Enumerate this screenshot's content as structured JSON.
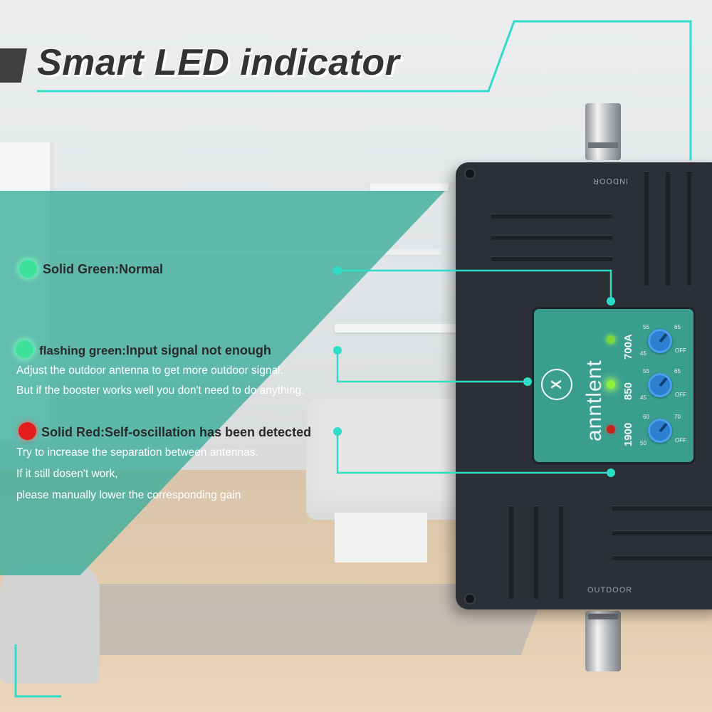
{
  "title": "Smart LED indicator",
  "items": [
    {
      "color": "#3ee29c",
      "heading": "Solid Green:Normal",
      "lines": []
    },
    {
      "color": "#3ee29c",
      "heading_prefix": "flashing green:",
      "heading_rest": "Input signal not enough",
      "lines": [
        "Adjust the outdoor antenna to get more outdoor signal.",
        "But if the booster works well you don't need to do anything."
      ]
    },
    {
      "color": "#e31c1c",
      "heading": "Solid Red:Self-oscillation has been detected",
      "lines": [
        "Try to increase the separation between antennas.",
        "If it still dosen't work,",
        "please manually lower the corresponding gain"
      ]
    }
  ],
  "device": {
    "brand": "anntlent",
    "logo": "X",
    "port_top": "INDOOR",
    "port_bottom": "OUTDOOR",
    "bands": [
      "700A",
      "850",
      "1900"
    ],
    "knob_scales": [
      {
        "left": "45",
        "top": "55",
        "right": "65",
        "bottom": "OFF"
      },
      {
        "left": "45",
        "top": "55",
        "right": "65",
        "bottom": "OFF"
      },
      {
        "left": "50",
        "top": "60",
        "right": "70",
        "bottom": "OFF"
      }
    ]
  },
  "colors": {
    "accent_line": "#2fdcc8",
    "panel": "#3aad9b",
    "title": "#333333"
  }
}
